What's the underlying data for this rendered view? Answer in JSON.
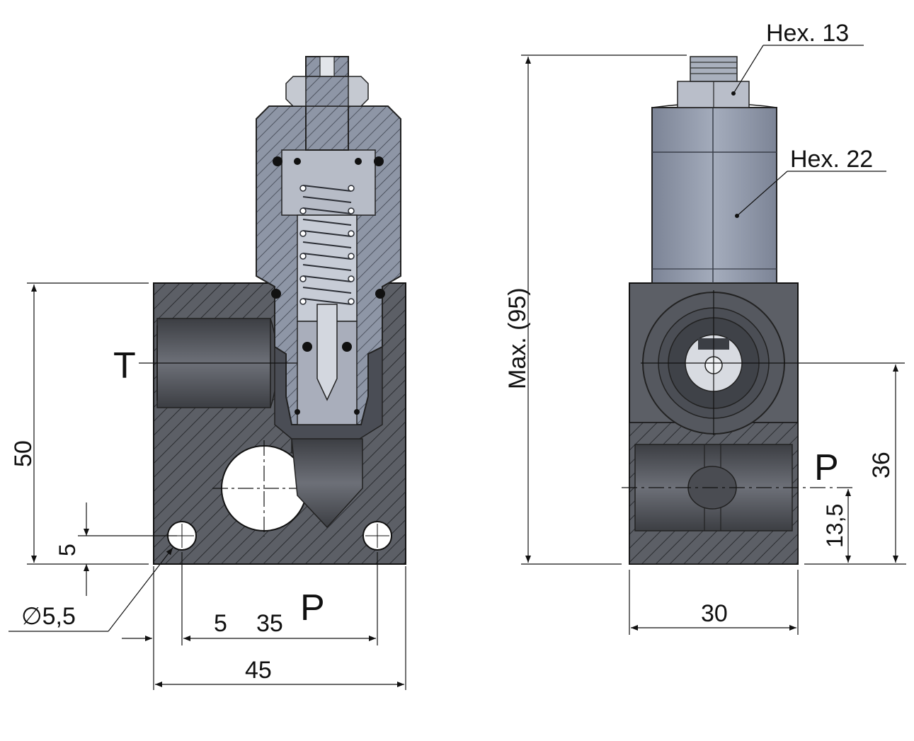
{
  "labels": {
    "port_t": "T",
    "port_p_front": "P",
    "port_p_side": "P",
    "hex_13": "Hex. 13",
    "hex_22": "Hex. 22",
    "dim_max_height": "Max. (95)",
    "dim_height_50": "50",
    "dim_hole_offset_5": "5",
    "dim_hole_diameter": "∅5,5",
    "dim_offset_5": "5",
    "dim_spacing_35": "35",
    "dim_width_45": "45",
    "dim_width_30": "30",
    "dim_height_36": "36",
    "dim_height_13_5": "13,5"
  },
  "colors": {
    "body_fill": "#5c5f66",
    "cartridge_fill": "#8e96a6",
    "hatch": "#2b2d31",
    "line": "#111111"
  }
}
